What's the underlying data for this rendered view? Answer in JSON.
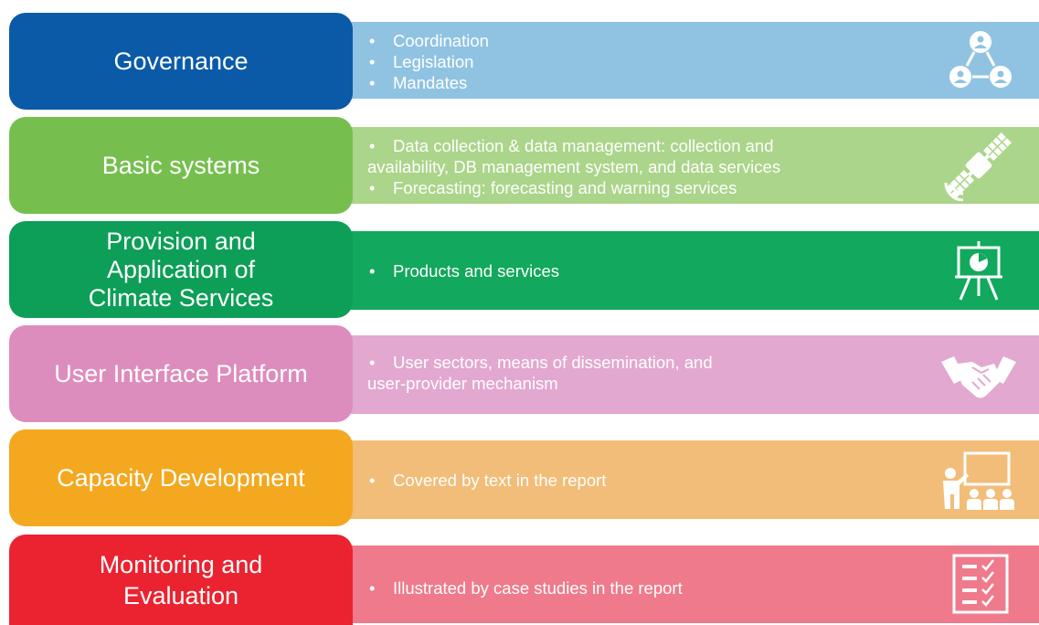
{
  "rows": [
    {
      "title": "Governance",
      "bullets": [
        "Coordination",
        "Legislation",
        "Mandates"
      ],
      "icon": "network-icon",
      "pill_color": "#0a5aa8",
      "band_color": "#90c3e2"
    },
    {
      "title": "Basic systems",
      "bullets": [
        "Data collection & data management: collection and",
        "availability, DB management system, and data services",
        "Forecasting: forecasting and warning services"
      ],
      "icon": "satellite-icon",
      "pill_color": "#76bf4f",
      "band_color": "#abd58a"
    },
    {
      "title": "Provision and Application of Climate Services",
      "title_lines": [
        "Provision and",
        "Application of",
        "Climate Services"
      ],
      "bullets": [
        "Products and services"
      ],
      "icon": "presentation-chart-icon",
      "pill_color": "#0d9f57",
      "band_color": "#12a85d"
    },
    {
      "title": "User Interface Platform",
      "bullets": [
        "User sectors, means of dissemination, and",
        "user-provider mechanism"
      ],
      "icon": "handshake-icon",
      "pill_color": "#dd8dbd",
      "band_color": "#e3a8cf"
    },
    {
      "title": "Capacity Development",
      "bullets": [
        "Covered by text in the report"
      ],
      "icon": "teacher-classroom-icon",
      "pill_color": "#f4a81f",
      "band_color": "#f2bd78"
    },
    {
      "title": "Monitoring and Evaluation",
      "title_lines": [
        "Monitoring and",
        "Evaluation"
      ],
      "bullets": [
        "Illustrated by case studies in the report"
      ],
      "icon": "checklist-icon",
      "pill_color": "#eb2330",
      "band_color": "#ef7a8b"
    }
  ]
}
